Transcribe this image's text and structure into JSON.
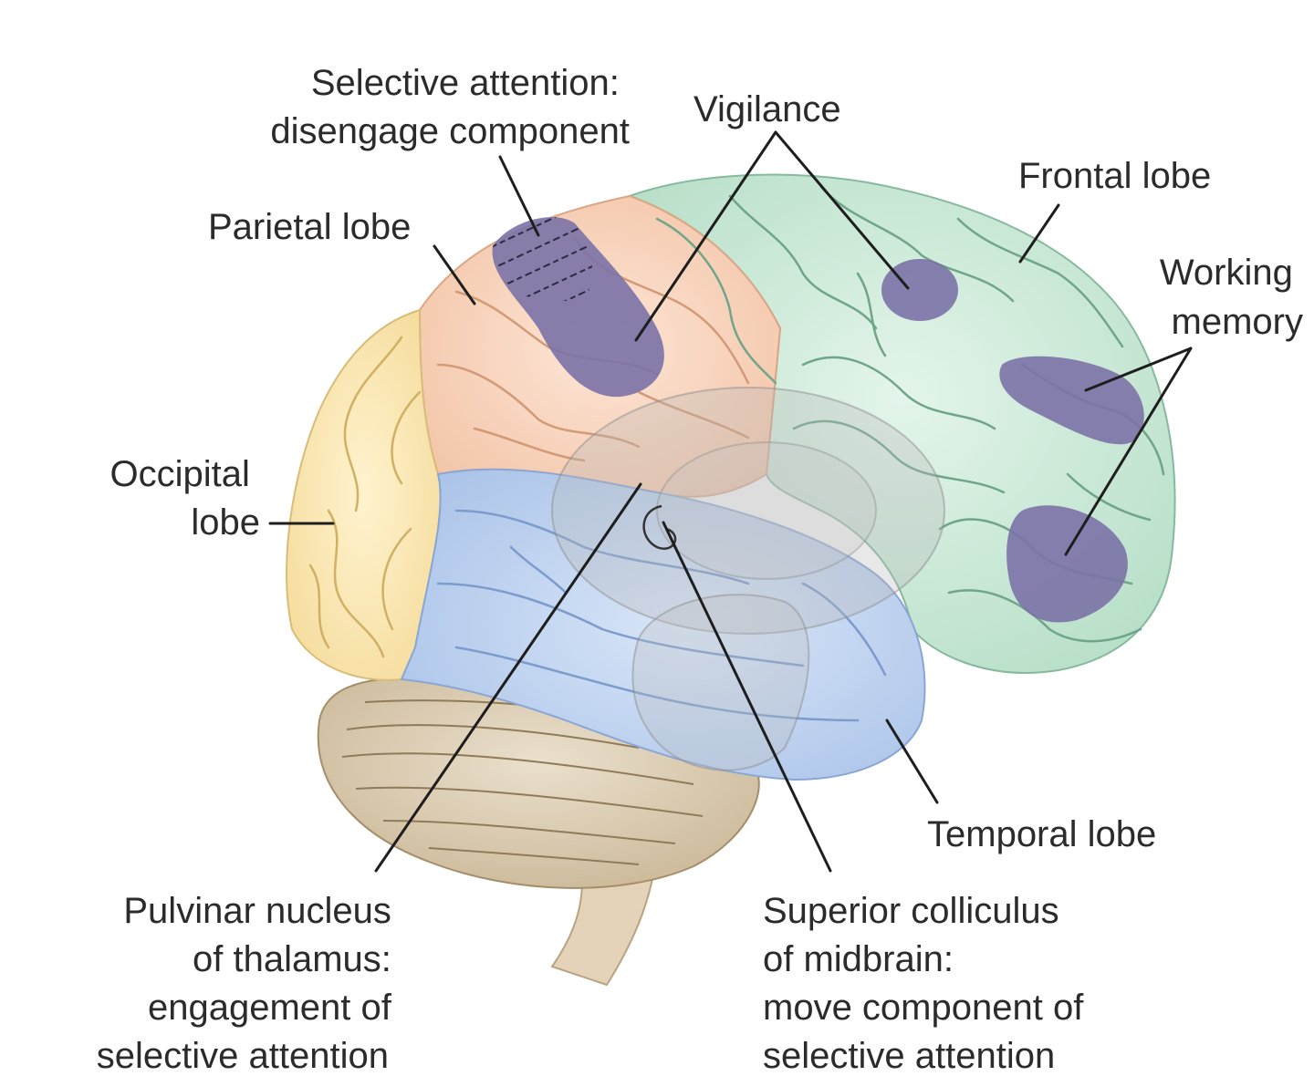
{
  "labels": {
    "selective_attention": [
      "Selective attention:",
      "disengage component"
    ],
    "vigilance": "Vigilance",
    "frontal_lobe": "Frontal lobe",
    "parietal_lobe": "Parietal lobe",
    "working_memory": [
      "Working",
      "memory"
    ],
    "occipital_lobe": [
      "Occipital",
      "lobe"
    ],
    "temporal_lobe": "Temporal lobe",
    "pulvinar": [
      "Pulvinar nucleus",
      "of thalamus:",
      "engagement of",
      "selective attention"
    ],
    "superior_colliculus": [
      "Superior colliculus",
      "of midbrain:",
      "move component of",
      "selective attention"
    ]
  },
  "colors": {
    "frontal": "#c7e8d6",
    "parietal": "#f8d2bb",
    "occipital": "#fbe6b4",
    "temporal": "#bdd1ee",
    "cerebellum": "#dccdb4",
    "brainstem": "#e6d6bd",
    "attention_area": "#7b72a6",
    "text": "#2b2b2b"
  }
}
